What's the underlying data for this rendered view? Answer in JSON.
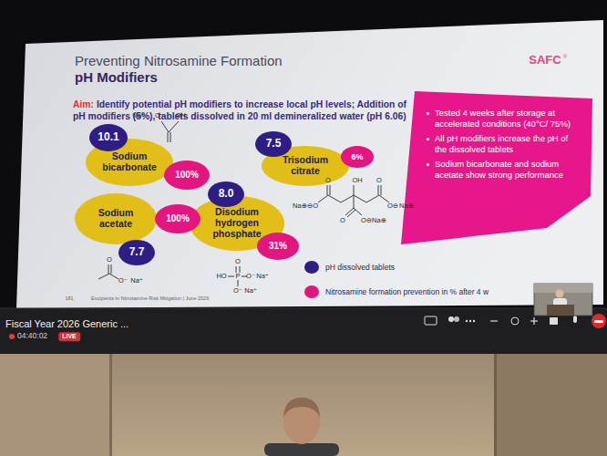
{
  "diagram": {
    "title": "Preventing Nitrosamine Formation",
    "nodes": [
      {
        "text": [
          "Sodium bicarbonate"
        ]
      },
      {
        "text": [
          "10.1"
        ]
      },
      {
        "text": [
          "100%"
        ]
      },
      {
        "text": [
          "Trisodium citrate"
        ]
      },
      {
        "text": [
          "7.5"
        ]
      },
      {
        "text": [
          "6%"
        ]
      },
      {
        "text": [
          "Tested 4 weeks after storage at accelerated conditions (40°C/ 75%)",
          "All pH modifiers increase the pH of the dissolved tablets",
          "Sodium bicarbonate and sodium acetate show strong performance"
        ]
      },
      {
        "text": [
          "Disodium hydrogen phosphate"
        ]
      },
      {
        "text": [
          "8.0"
        ]
      },
      {
        "text": [
          "Sodium acetate"
        ]
      },
      {
        "text": [
          "100%"
        ]
      },
      {
        "text": [
          "7.7"
        ]
      },
      {
        "text": [
          "31%"
        ]
      }
    ],
    "labels": [
      "pH Modifiers",
      "SAFC",
      "®",
      "Aim:",
      "Identify potential pH modifiers to increase local pH levels; Addition of pH modifiers (5%), tablets dissolved in 20 ml demineralized water (pH 6.06)",
      "Na⁺",
      "O⁻",
      "OH",
      "O",
      "O⁻",
      "Na⁺",
      "O",
      "HO",
      "P",
      "O⁻",
      "Na⁺",
      "O⁻",
      "Na⁺",
      "Na⊕",
      "⊖O",
      "O",
      "OH",
      "O",
      "O⊖",
      "Na⊕",
      "O",
      "O⊖",
      "Na⊕",
      "181",
      "Excipients in Nitrosamine Risk Mitigation | June 2026",
      "Fiscal Year 2026 Generic ...",
      "04:40:02",
      "LIVE"
    ],
    "legend": [
      {
        "text": "pH dissolved tablets",
        "color": "#2e1d84"
      },
      {
        "text": "Nitrosamine formation prevention in % after 4 w",
        "color": "#e3157f"
      }
    ]
  }
}
